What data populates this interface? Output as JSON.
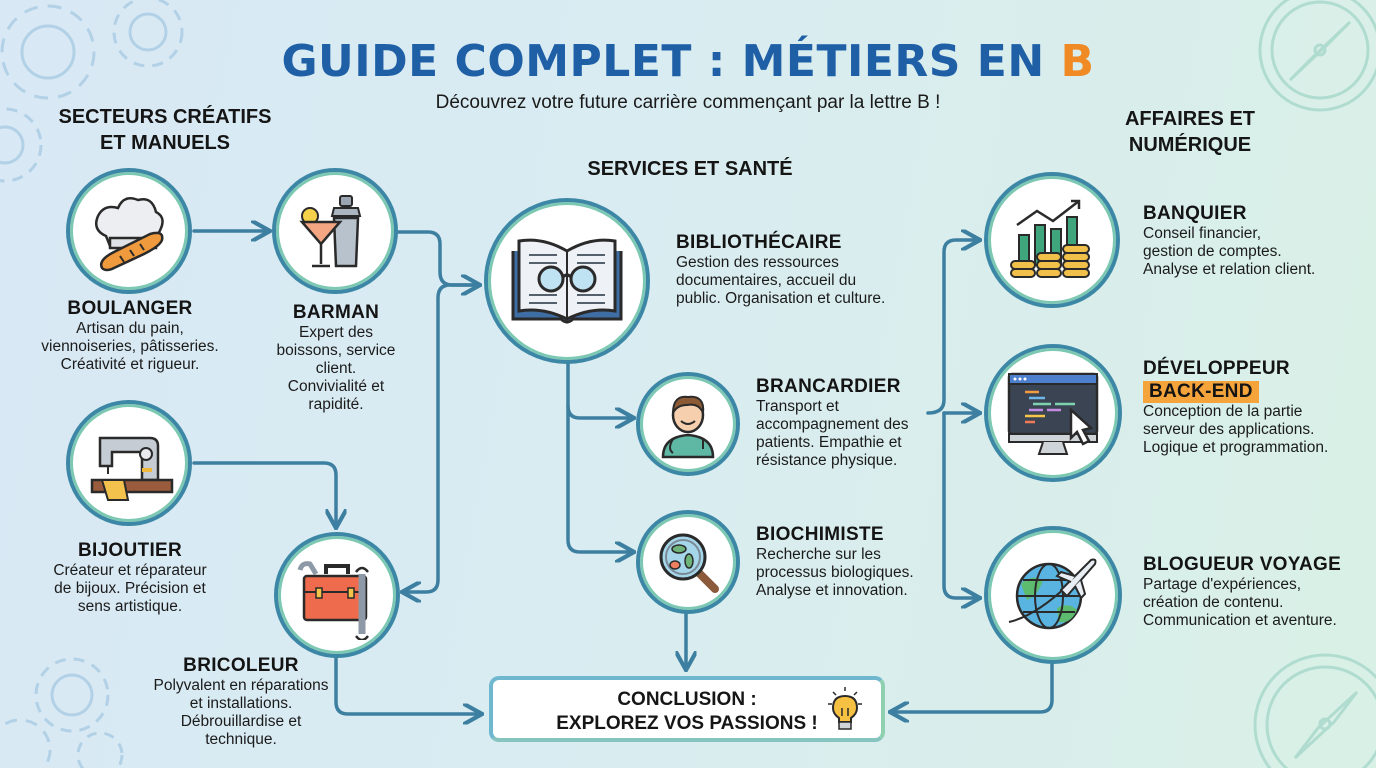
{
  "header": {
    "title_main": "GUIDE COMPLET : MÉTIERS EN ",
    "title_accent": "B",
    "subtitle": "Découvrez votre future carrière commençant par la lettre B !"
  },
  "colors": {
    "title_blue": "#1e5fa6",
    "accent_orange": "#f08a24",
    "connector": "#3d7fa0",
    "badge": "#f5a43c"
  },
  "sections": {
    "creative": {
      "line1": "SECTEURS CRÉATIFS",
      "line2": "ET MANUELS"
    },
    "services": {
      "label": "SERVICES ET SANTÉ"
    },
    "business": {
      "line1": "AFFAIRES ET",
      "line2": "NUMÉRIQUE"
    }
  },
  "jobs": {
    "boulanger": {
      "icon": "chef-hat-bread-icon",
      "name": "BOULANGER",
      "desc": [
        "Artisan du pain,",
        "viennoiseries, pâtisseries.",
        "Créativité et rigueur."
      ]
    },
    "barman": {
      "icon": "cocktail-shaker-icon",
      "name": "BARMAN",
      "desc": [
        "Expert des",
        "boissons, service",
        "client.",
        "Convivialité et",
        "rapidité."
      ]
    },
    "bijoutier": {
      "icon": "sewing-machine-icon",
      "name": "BIJOUTIER",
      "desc": [
        "Créateur et réparateur",
        "de bijoux. Précision et",
        "sens artistique."
      ]
    },
    "bricoleur": {
      "icon": "toolbox-icon",
      "name": "BRICOLEUR",
      "desc": [
        "Polyvalent en réparations",
        "et installations.",
        "Débrouillardise et",
        "technique."
      ]
    },
    "bibliothecaire": {
      "icon": "book-glasses-icon",
      "name": "BIBLIOTHÉCAIRE",
      "desc": [
        "Gestion des ressources",
        "documentaires, accueil du",
        "public. Organisation et culture."
      ]
    },
    "brancardier": {
      "icon": "nurse-icon",
      "name": "BRANCARDIER",
      "desc": [
        "Transport et",
        "accompagnement des",
        "patients. Empathie et",
        "résistance physique."
      ]
    },
    "biochimiste": {
      "icon": "magnifier-cells-icon",
      "name": "BIOCHIMISTE",
      "desc": [
        "Recherche sur les",
        "processus biologiques.",
        "Analyse et innovation."
      ]
    },
    "banquier": {
      "icon": "coins-growth-icon",
      "name": "BANQUIER",
      "desc": [
        "Conseil financier,",
        "gestion de comptes.",
        "Analyse et relation client."
      ]
    },
    "developpeur": {
      "icon": "code-monitor-icon",
      "name": "DÉVELOPPEUR",
      "badge": "BACK-END",
      "desc": [
        "Conception de la partie",
        "serveur des applications.",
        "Logique et programmation."
      ]
    },
    "blogueur": {
      "icon": "globe-plane-icon",
      "name": "BLOGUEUR VOYAGE",
      "desc": [
        "Partage d'expériences,",
        "création de contenu.",
        "Communication et aventure."
      ]
    }
  },
  "conclusion": {
    "line1": "CONCLUSION :",
    "line2": "EXPLOREZ VOS PASSIONS !",
    "icon": "lightbulb-icon"
  }
}
